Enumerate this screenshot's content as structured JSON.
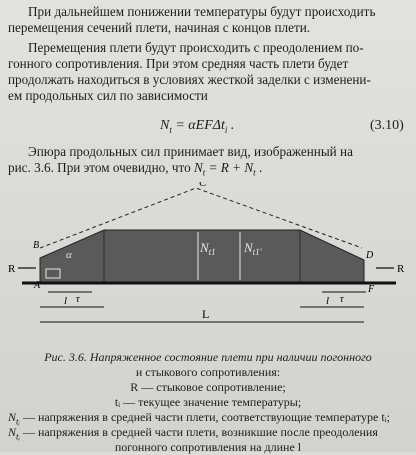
{
  "paragraph1": {
    "line1": "При дальнейшем понижении температуры будут происходить",
    "line2": "перемещения сечений плети, начиная с концов плети."
  },
  "paragraph2": {
    "line1": "Перемещения плети будут происходить с преодолением по-",
    "line2": "гонного сопротивления. При этом средняя часть плети будет",
    "line3": "продолжать находиться в условиях жесткой заделки с изменени-",
    "line4": "ем продольных сил по зависимости"
  },
  "formula": {
    "lhs": "N",
    "lhs_sub": "t",
    "rhs": " = αEFΔt",
    "rhs_sub": "i",
    "tail": " .",
    "number": "(3.10)"
  },
  "paragraph3": {
    "line1": "Эпюра продольных сил принимает вид, изображенный на",
    "line2_start": "рис. 3.6. При этом очевидно, что ",
    "line2_expr1": "N",
    "line2_expr1_sub": "t",
    "line2_mid": " = R + N",
    "line2_expr2_sub": "t",
    "line2_end": " ."
  },
  "figure": {
    "label_C": "C",
    "label_B": "B",
    "label_D": "D",
    "label_A": "A",
    "label_F": "F",
    "label_R_left": "R",
    "label_R_right": "R",
    "label_alpha": "α",
    "label_tau_left": "τ",
    "label_tau_right": "τ",
    "label_l_left": "l",
    "label_l_right": "l",
    "label_L": "L",
    "label_Nt1": "N",
    "label_Nt1_sub": "t1",
    "label_Nt2": "N",
    "label_Nt2_sub": "t1'"
  },
  "caption": {
    "title": "Рис. 3.6. Напряженное состояние плети при наличии погонного",
    "title2": "и стыкового сопротивления:",
    "item1": "R — стыковое сопротивление;",
    "item2": "tᵢ — текущее значение температуры;",
    "item3_sym": "N",
    "item3_sub": "tᵢ",
    "item3_text": " — напряжения в средней части плети, соответствующие температуре tᵢ;",
    "item4_sym": "N",
    "item4_sub": "tᵢ",
    "item4_text": " — напряжения в средней части плети, возникшие после преодоления",
    "item5": "погонного сопротивления на длине l"
  }
}
